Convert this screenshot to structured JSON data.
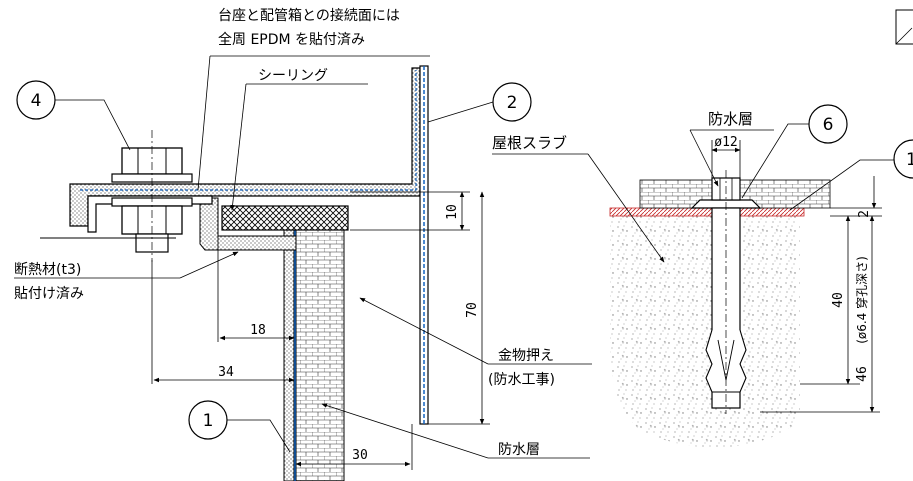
{
  "annotations": {
    "top_note_line1": "台座と配管箱との接続面には",
    "top_note_line2": "全周 EPDM を貼付済み",
    "sealing": "シーリング",
    "insulation_line1": "断熱材(t3)",
    "insulation_line2": "貼付け済み",
    "metal_holder_line1": "金物押え",
    "metal_holder_line2": "(防水工事)",
    "waterproof_bottom": "防水層",
    "waterproof_right": "防水層",
    "roof_slab": "屋根スラブ"
  },
  "callouts": [
    "4",
    "2",
    "1",
    "6",
    "1"
  ],
  "dimensions": {
    "d10": "10",
    "d70": "70",
    "d18": "18",
    "d34": "34",
    "d30": "30",
    "d12": "ø12",
    "d2": "2",
    "d40": "40",
    "d46": "46",
    "hole": "(ø6.4 穿孔深さ)"
  }
}
